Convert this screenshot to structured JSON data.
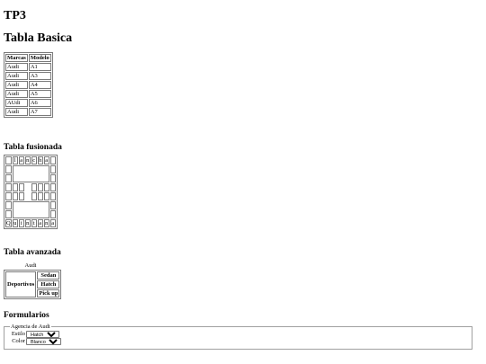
{
  "page_title": "TP3",
  "sections": {
    "basic": "Tabla Basica",
    "merged": "Tabla fusionada",
    "advanced": "Tabla avanzada",
    "forms": "Formularios"
  },
  "basic_table": {
    "headers": [
      "Marcas",
      "Modelo"
    ],
    "rows": [
      [
        "Audi",
        "A1"
      ],
      [
        "Audi",
        "A3"
      ],
      [
        "Audi",
        "A4"
      ],
      [
        "Audi",
        "A5"
      ],
      [
        "AUdi",
        "A6"
      ],
      [
        "Audi",
        "A7"
      ]
    ]
  },
  "merged_table": {
    "top_row": [
      "",
      "l",
      "a",
      "n",
      "c",
      "h",
      "a",
      ""
    ],
    "bottom_row": [
      "Q",
      "u",
      "i",
      "n",
      "t",
      "a",
      "n",
      "a"
    ]
  },
  "advanced_table": {
    "caption": "Audi",
    "row_header": "Deportivos",
    "types": [
      "Sedan",
      "Hatch",
      "Pick up"
    ]
  },
  "form": {
    "legend": "Agencia de Audi",
    "estilo_label": "Estilo",
    "estilo_value": "Hatch",
    "color_label": "Color",
    "color_value": "Blanco"
  }
}
